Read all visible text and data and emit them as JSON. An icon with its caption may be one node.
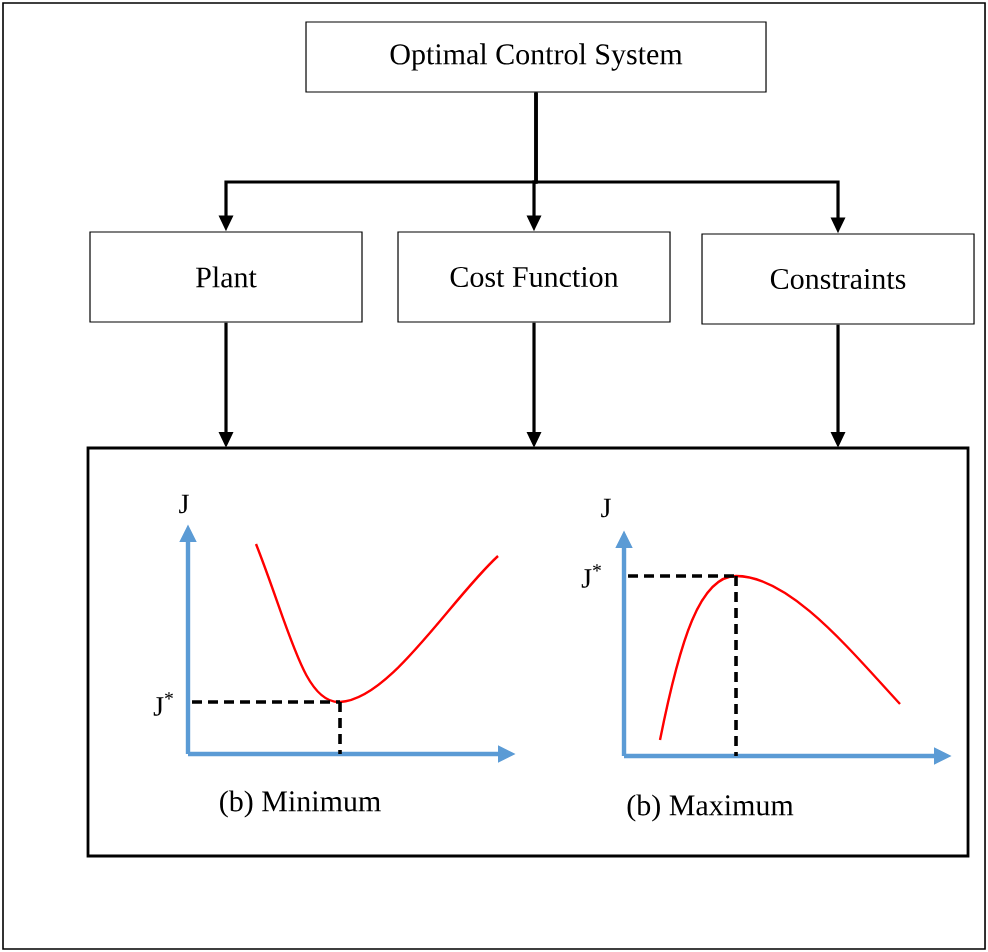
{
  "diagram": {
    "nodes": [
      {
        "text": [
          "Optimal Control System"
        ]
      },
      {
        "text": [
          "Plant"
        ]
      },
      {
        "text": [
          "Cost Function"
        ]
      },
      {
        "text": [
          "Constraints"
        ]
      },
      {
        "text": [],
        "shape": "box"
      }
    ],
    "edges": [
      {
        "from": 0,
        "to": 1,
        "arrow": "to"
      },
      {
        "from": 0,
        "to": 2,
        "arrow": "to"
      },
      {
        "from": 0,
        "to": 3,
        "arrow": "to"
      },
      {
        "from": 1,
        "to": 4,
        "arrow": "to"
      },
      {
        "from": 2,
        "to": 4,
        "arrow": "to"
      },
      {
        "from": 3,
        "to": 4,
        "arrow": "to"
      }
    ],
    "labels": [
      "J",
      "J$^{*}$",
      "(b) Minimum",
      "J",
      "J$^{*}$",
      "(b) Maximum"
    ]
  }
}
